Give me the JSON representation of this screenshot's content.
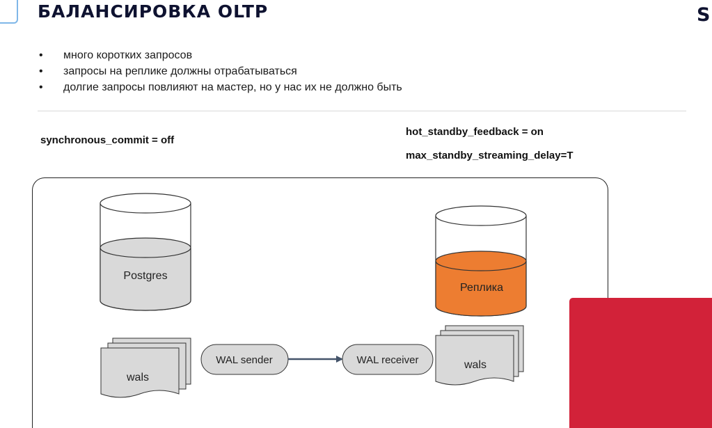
{
  "header": {
    "title": "БАЛАНСИРОВКА OLTP",
    "logo_letter": "S"
  },
  "bullets": [
    "много коротких запросов",
    "запросы на реплике  должны отрабатываться",
    "долгие запросы повлияют  на мастер, но у нас их не должно быть"
  ],
  "params": {
    "synchronous_commit": "synchronous_commit = off",
    "hot_standby_feedback": "hot_standby_feedback = on",
    "max_standby_streaming_delay": "max_standby_streaming_delay=T"
  },
  "diagram": {
    "master_db_label": "Postgres",
    "replica_db_label": "Реплика",
    "master_wals_label": "wals",
    "replica_wals_label": "wals",
    "wal_sender_label": "WAL sender",
    "wal_receiver_label": "WAL receiver"
  },
  "colors": {
    "master_fill": "#d9d9d9",
    "replica_fill": "#ed7d31",
    "accent_red": "#d22239",
    "title": "#0e1230",
    "arrow": "#44546a"
  }
}
